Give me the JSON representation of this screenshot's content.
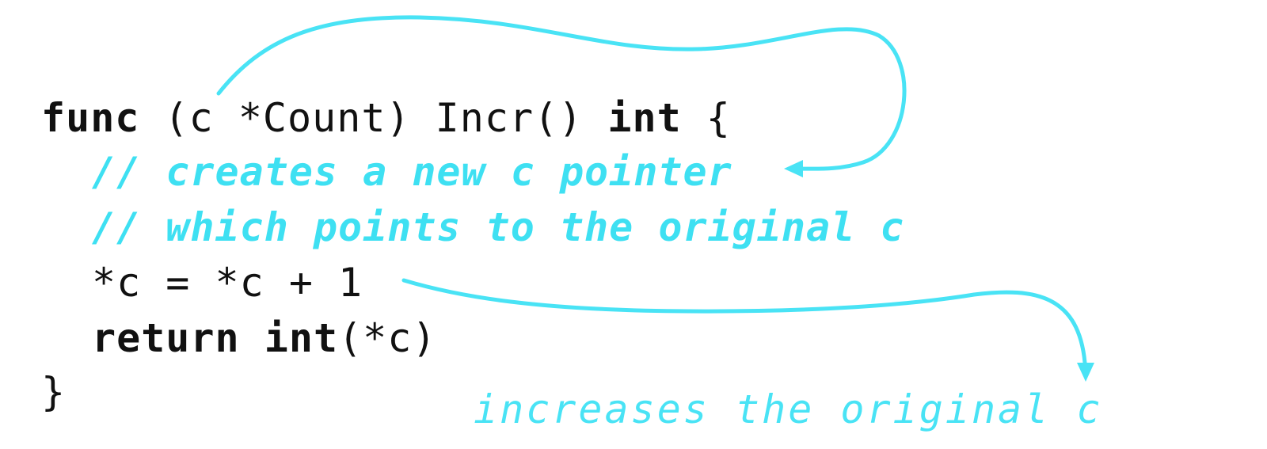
{
  "code": {
    "line1": {
      "kw1": "func",
      "mid": " (c *Count) Incr() ",
      "kw2": "int",
      "tail": " {"
    },
    "comment1": "// creates a new c pointer",
    "comment2": "// which points to the original c",
    "line4": "*c = *c + 1",
    "line5": {
      "kw1": "return",
      "sp": " ",
      "kw2": "int",
      "tail": "(*c)"
    },
    "line6": "}"
  },
  "annotation": {
    "text": "increases the original c"
  },
  "colors": {
    "code": "#111111",
    "accent": "#49e3f5"
  }
}
